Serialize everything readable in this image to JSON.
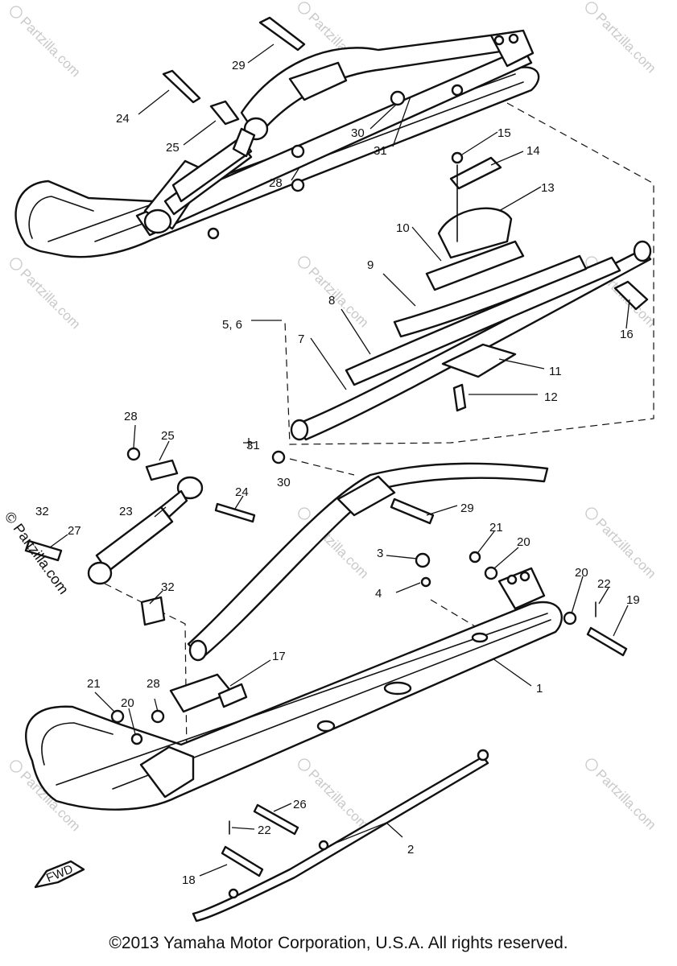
{
  "callouts": {
    "c1": "1",
    "c2": "2",
    "c3": "3",
    "c4": "4",
    "c56": "5, 6",
    "c7": "7",
    "c8": "8",
    "c9": "9",
    "c10": "10",
    "c11": "11",
    "c12": "12",
    "c13": "13",
    "c14": "14",
    "c15": "15",
    "c16": "16",
    "c17": "17",
    "c18": "18",
    "c19": "19",
    "c20a": "20",
    "c20b": "20",
    "c20c": "20",
    "c21a": "21",
    "c21b": "21",
    "c22a": "22",
    "c22b": "22",
    "c23": "23",
    "c24a": "24",
    "c24b": "24",
    "c25a": "25",
    "c25b": "25",
    "c26": "26",
    "c27": "27",
    "c28a": "28",
    "c28b": "28",
    "c28c": "28",
    "c29a": "29",
    "c29b": "29",
    "c30a": "30",
    "c30b": "30",
    "c31a": "31",
    "c31b": "31",
    "c32a": "32",
    "c32b": "32"
  },
  "fwd_label": "FWD",
  "watermark": "Partzilla.com",
  "side_watermark": "© Partzilla.com",
  "copyright": "©2013  Yamaha Motor Corporation, U.S.A. All rights reserved."
}
